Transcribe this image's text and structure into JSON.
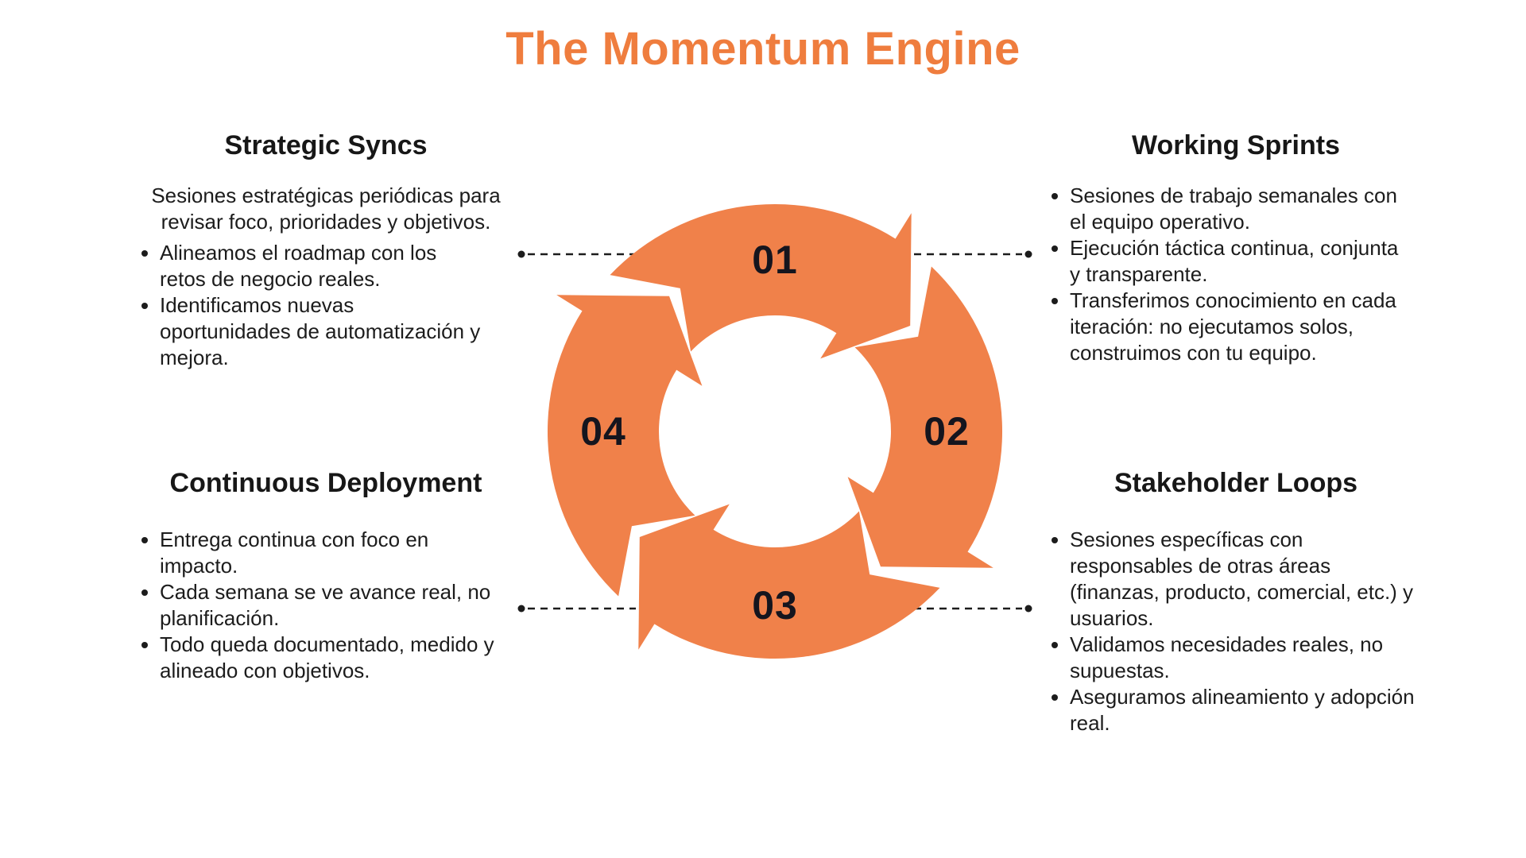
{
  "title": "The Momentum Engine",
  "colors": {
    "accent_orange": "#F0814A",
    "title_orange": "#EF7D3E",
    "text_dark": "#1C1C1C",
    "step_number": "#15151E",
    "background": "#FFFFFF"
  },
  "cycle": {
    "type": "circular-arrows",
    "direction": "clockwise",
    "steps": [
      {
        "number": "01",
        "position": "top"
      },
      {
        "number": "02",
        "position": "right"
      },
      {
        "number": "03",
        "position": "bottom"
      },
      {
        "number": "04",
        "position": "left"
      }
    ]
  },
  "sections": {
    "strategic_syncs": {
      "heading": "Strategic Syncs",
      "intro": "Sesiones estratégicas periódicas para revisar foco, prioridades y objetivos.",
      "bullets": [
        "Alineamos el roadmap con los retos de negocio reales.",
        "Identificamos nuevas oportunidades de automatización y mejora."
      ]
    },
    "working_sprints": {
      "heading": "Working Sprints",
      "bullets": [
        "Sesiones de trabajo semanales con el equipo operativo.",
        "Ejecución táctica continua, conjunta y transparente.",
        "Transferimos conocimiento en cada iteración: no ejecutamos solos, construimos con tu equipo."
      ]
    },
    "continuous_deployment": {
      "heading": "Continuous Deployment",
      "bullets": [
        "Entrega continua con foco en impacto.",
        "Cada semana se ve avance real, no planificación.",
        "Todo queda documentado, medido y alineado con objetivos."
      ]
    },
    "stakeholder_loops": {
      "heading": "Stakeholder Loops",
      "bullets": [
        "Sesiones específicas con responsables de otras áreas (finanzas, producto, comercial, etc.) y usuarios.",
        "Validamos necesidades reales, no supuestas.",
        "Aseguramos alineamiento y adopción real."
      ]
    }
  }
}
